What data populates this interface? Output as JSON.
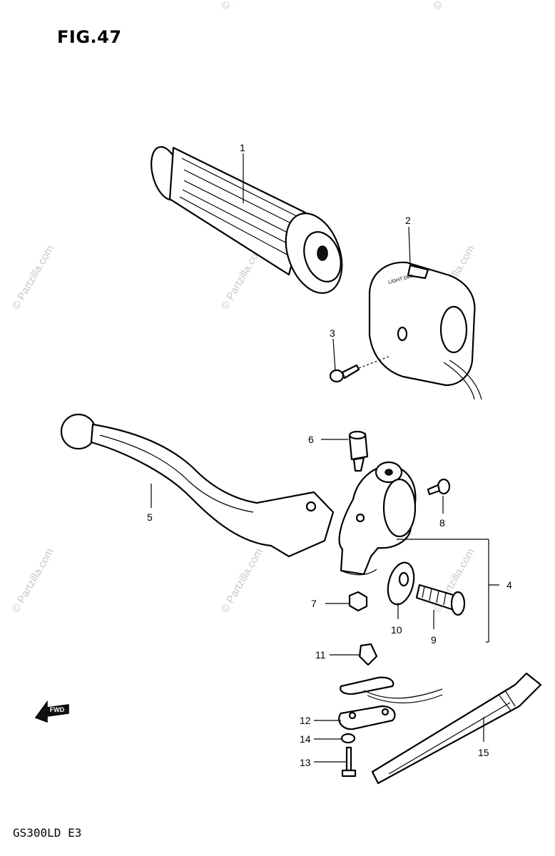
{
  "figure": {
    "title": "FIG.47",
    "model_code": "GS300LD  E3"
  },
  "watermark": {
    "text": "© Partzilla.com"
  },
  "fwd_arrow": {
    "label": "FWD"
  },
  "switch_housing_text": "LIGHT  DIM",
  "callouts": [
    {
      "label": "1",
      "part": "grip"
    },
    {
      "label": "2",
      "part": "handlebar switch housing"
    },
    {
      "label": "3",
      "part": "screw"
    },
    {
      "label": "4",
      "part": "clutch lever holder assembly"
    },
    {
      "label": "5",
      "part": "clutch lever"
    },
    {
      "label": "6",
      "part": "lever pivot bolt"
    },
    {
      "label": "7",
      "part": "nut"
    },
    {
      "label": "8",
      "part": "screw"
    },
    {
      "label": "9",
      "part": "adjuster bolt"
    },
    {
      "label": "10",
      "part": "adjuster nut"
    },
    {
      "label": "11",
      "part": "switch"
    },
    {
      "label": "12",
      "part": "clamp"
    },
    {
      "label": "13",
      "part": "bolt"
    },
    {
      "label": "14",
      "part": "washer"
    },
    {
      "label": "15",
      "part": "cable strap"
    }
  ]
}
